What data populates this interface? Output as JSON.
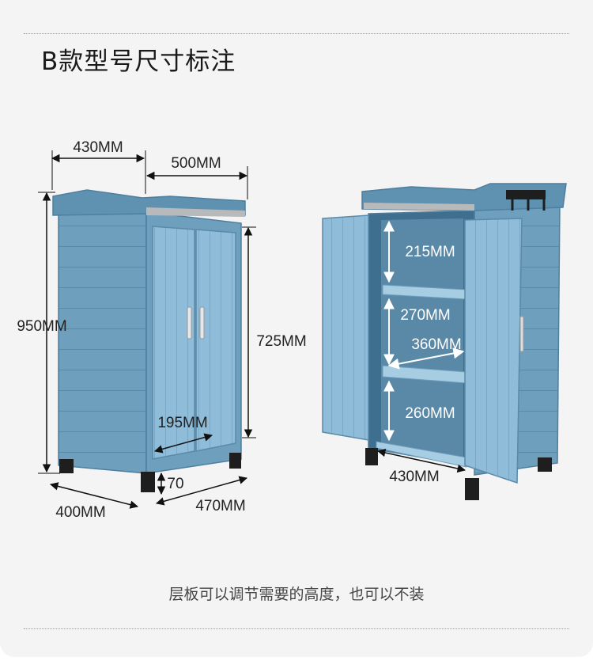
{
  "title": "B款型号尺寸标注",
  "caption": "层板可以调节需要的高度，也可以不装",
  "colors": {
    "cabinet": "#6e9fbd",
    "cabinet_dark": "#4f7f9f",
    "door": "#8fbcd8",
    "top": "#b7b9bb",
    "foot": "#1e1e1e",
    "background": "#f4f4f4"
  },
  "left_cabinet": {
    "depth_top": "430MM",
    "width_top": "500MM",
    "height_total": "950MM",
    "door_height": "725MM",
    "inner_depth": "195MM",
    "leg_height": "70",
    "base_depth": "400MM",
    "base_width": "470MM"
  },
  "right_cabinet": {
    "shelf_gap_top": "215MM",
    "shelf_gap_middle": "270MM",
    "shelf_depth": "360MM",
    "shelf_gap_bottom": "260MM",
    "bottom_width": "430MM"
  }
}
